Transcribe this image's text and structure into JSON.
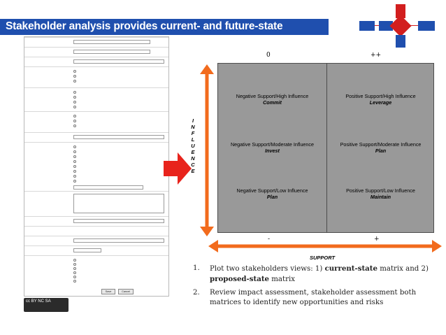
{
  "slide": {
    "title": "Stakeholder analysis provides current- and future-state"
  },
  "matrix": {
    "top_left_label": "0",
    "top_right_label": "++",
    "bottom_left_label": "-",
    "bottom_right_label": "+",
    "support_axis": "SUPPORT",
    "influence_axis_letters": [
      "I",
      "N",
      "F",
      "L",
      "U",
      "E",
      "N",
      "C",
      "E"
    ],
    "cells": [
      {
        "title": "Negative Support/High Influence",
        "action": "Commit"
      },
      {
        "title": "Positive Support/High Influence",
        "action": "Leverage"
      },
      {
        "title": "Negative Support/Moderate Influence",
        "action": "Invest"
      },
      {
        "title": "Positive Support/Moderate Influence",
        "action": "Plan"
      },
      {
        "title": "Negative Support/Low Influence",
        "action": "Plan"
      },
      {
        "title": "Positive Support/Low Influence",
        "action": "Maintain"
      }
    ],
    "colors": {
      "cell_bg": "#999999",
      "arrow": "#f26b1d",
      "big_arrow": "#e8231c",
      "title_bar": "#1f4fae"
    }
  },
  "notes": [
    {
      "num": "1.",
      "pre": "Plot two stakeholders views:  1) ",
      "b1": "current-state",
      "mid": " matrix and 2) ",
      "b2": "proposed-state",
      "post": " matrix"
    },
    {
      "num": "2.",
      "text": "Review impact assessment, stakeholder assessment both matrices to identify new opportunities and risks"
    }
  ],
  "form": {
    "buttons": [
      "Save",
      "Cancel"
    ]
  },
  "badge": {
    "text": "cc  BY  NC  SA"
  }
}
